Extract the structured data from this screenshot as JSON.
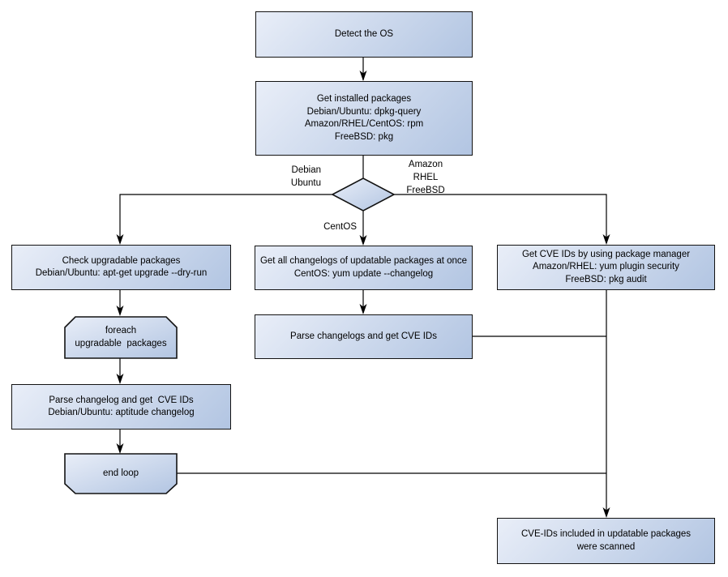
{
  "nodes": {
    "detect_os": "Detect the OS",
    "get_installed_packages": "Get installed packages\nDebian/Ubuntu: dpkg-query\nAmazon/RHEL/CentOS: rpm\nFreeBSD: pkg",
    "check_upgradable": "Check upgradable packages\nDebian/Ubuntu: apt-get upgrade --dry-run",
    "foreach_loop": "foreach\nupgradable  packages",
    "parse_changelog_debian": "Parse changelog and get  CVE IDs\nDebian/Ubuntu: aptitude changelog",
    "end_loop": "end loop",
    "get_all_changelogs": "Get all changelogs of updatable packages at once\nCentOS: yum update --changelog",
    "parse_changelogs": "Parse changelogs and get CVE IDs",
    "get_cve_ids_package_manager": "Get CVE IDs by using package manager\nAmazon/RHEL: yum plugin security\nFreeBSD: pkg audit",
    "cve_ids_scanned": "CVE-IDs included in updatable packages\nwere scanned"
  },
  "edge_labels": {
    "debian_ubuntu": "Debian\nUbuntu",
    "amazon_rhel_freebsd": "Amazon\nRHEL\nFreeBSD",
    "centos": "CentOS"
  },
  "colors": {
    "node_fill_light": "#e9eef8",
    "node_fill_dark": "#b2c5e2",
    "node_border": "#131313",
    "connector": "#000000",
    "background": "#ffffff",
    "text": "#000000"
  }
}
